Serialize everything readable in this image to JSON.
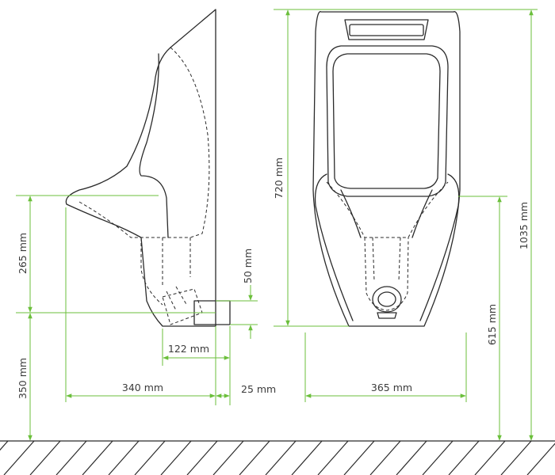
{
  "colors": {
    "dimension": "#6bbf3b",
    "outline": "#2a2a2a",
    "text": "#3b3b3b"
  },
  "dimensions": {
    "depth_total": "340 mm",
    "outlet_depth": "122 mm",
    "outlet_length": "25 mm",
    "outlet_diameter": "50 mm",
    "rim_to_outlet": "265 mm",
    "outlet_height": "350 mm",
    "body_height": "720 mm",
    "width": "365 mm",
    "rim_height": "615 mm",
    "total_height": "1035 mm"
  }
}
